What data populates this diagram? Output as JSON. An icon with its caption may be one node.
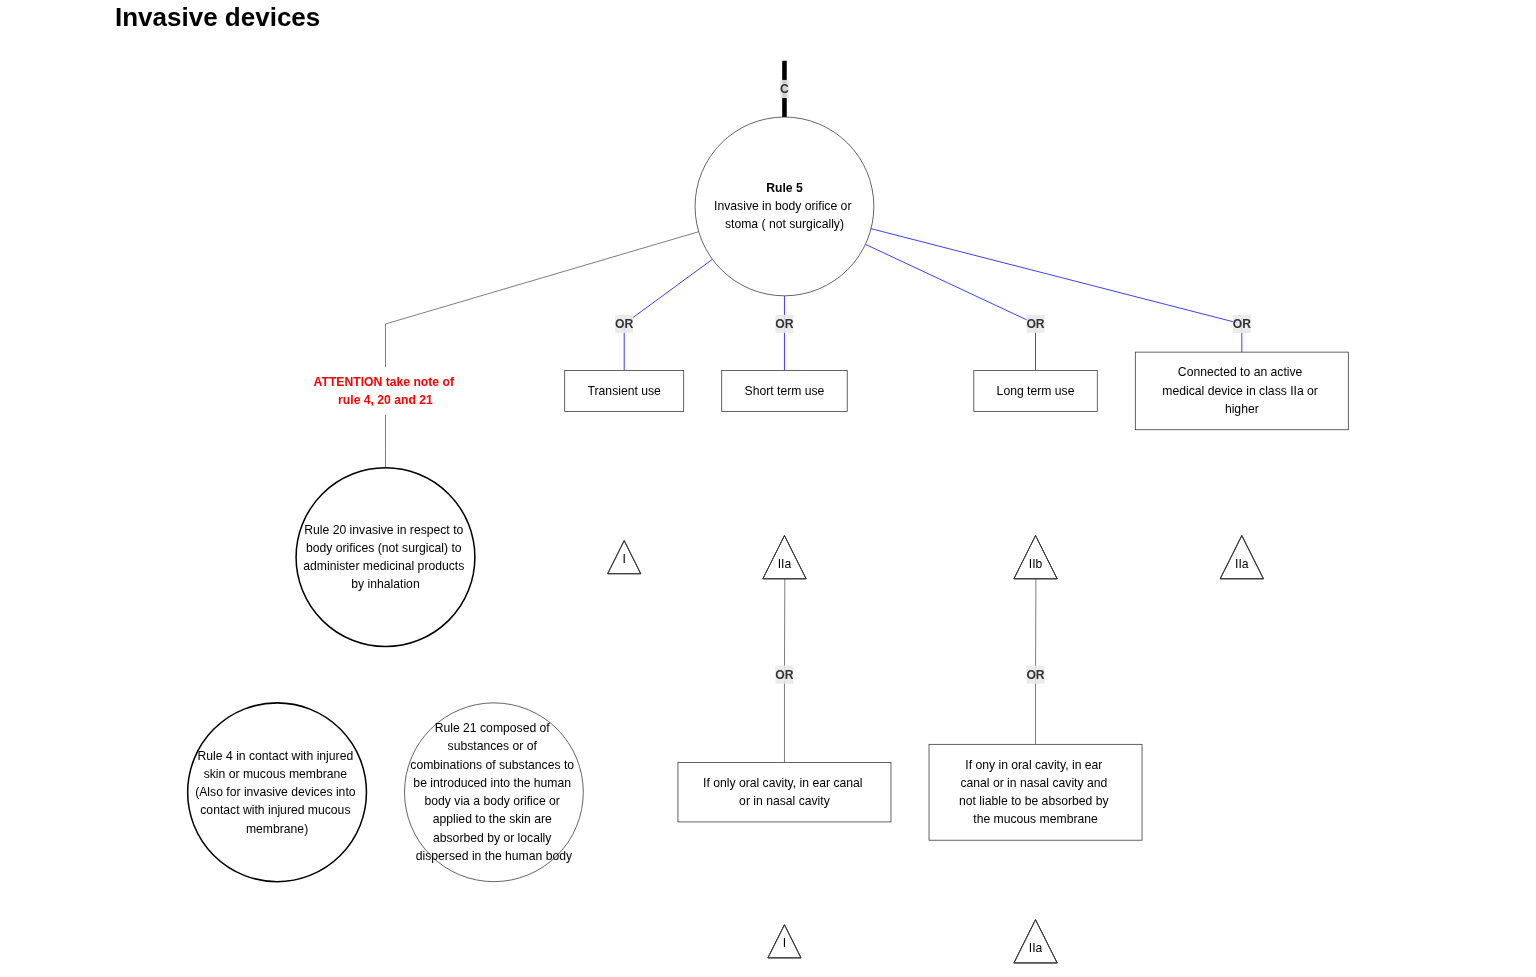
{
  "diagram": {
    "title": "Invasive devices",
    "nodes": [
      {
        "text": [
          "Rule 5",
          "Invasive in body orifice or stoma ( not surgically)"
        ]
      },
      {
        "text": [
          "ATTENTION take note of rule 4, 20 and 21"
        ]
      },
      {
        "text": [
          "Rule 20 invasive in respect to body orifices (not surgical) to administer medicinal products by inhalation"
        ]
      },
      {
        "text": [
          "Rule 4 in contact with injured skin or mucous membrane (Also for invasive devices into contact with injured mucous membrane)"
        ]
      },
      {
        "text": [
          "Rule 21 composed of substances or of combinations of substances to be introduced into the human body via a body orifice or applied to the skin are absorbed by or locally dispersed in the human body"
        ]
      },
      {
        "text": [
          "Transient use"
        ]
      },
      {
        "text": [
          "I"
        ]
      },
      {
        "text": [
          "Short term use"
        ]
      },
      {
        "text": [
          "IIa"
        ]
      },
      {
        "text": [
          "If only oral cavity, in ear canal or in nasal cavity"
        ]
      },
      {
        "text": [
          "I"
        ]
      },
      {
        "text": [
          "Long term use"
        ]
      },
      {
        "text": [
          "IIb"
        ]
      },
      {
        "text": [
          "If ony in oral cavity, in ear canal or in nasal cavity and not liable to be absorbed by the mucous membrane"
        ]
      },
      {
        "text": [
          "IIa"
        ]
      },
      {
        "text": [
          "Connected to an active medical device in class IIa or higher"
        ]
      },
      {
        "text": [
          "IIa"
        ]
      }
    ],
    "edges": [
      {
        "from": null,
        "to": 0,
        "arrow": "none",
        "label": "C",
        "style": "thick",
        "color": "#000000"
      },
      {
        "from": 0,
        "to": 1,
        "arrow": "none"
      },
      {
        "from": 1,
        "to": 2,
        "arrow": "none"
      },
      {
        "from": 0,
        "to": 5,
        "arrow": "none",
        "label": "OR",
        "color": "#0000ff"
      },
      {
        "from": 0,
        "to": 7,
        "arrow": "none",
        "label": "OR",
        "color": "#0000ff"
      },
      {
        "from": 0,
        "to": 11,
        "arrow": "none",
        "label": "OR",
        "color": "#0000ff"
      },
      {
        "from": 0,
        "to": 15,
        "arrow": "none",
        "label": "OR",
        "color": "#0000ff"
      },
      {
        "from": 8,
        "to": 9,
        "arrow": "none",
        "label": "OR"
      },
      {
        "from": 12,
        "to": 13,
        "arrow": "none",
        "label": "OR"
      }
    ]
  }
}
